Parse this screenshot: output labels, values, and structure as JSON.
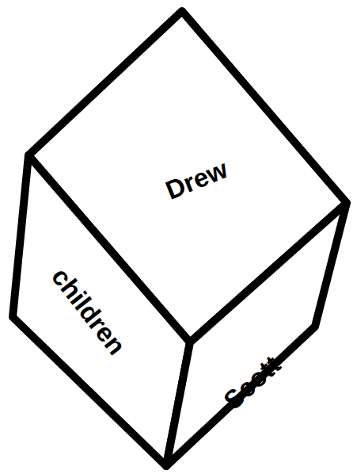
{
  "diagram": {
    "nodes": [
      {
        "text": [
          "Drew"
        ]
      },
      {
        "text": [
          "children"
        ]
      },
      {
        "text": [
          "Scott"
        ]
      }
    ]
  }
}
